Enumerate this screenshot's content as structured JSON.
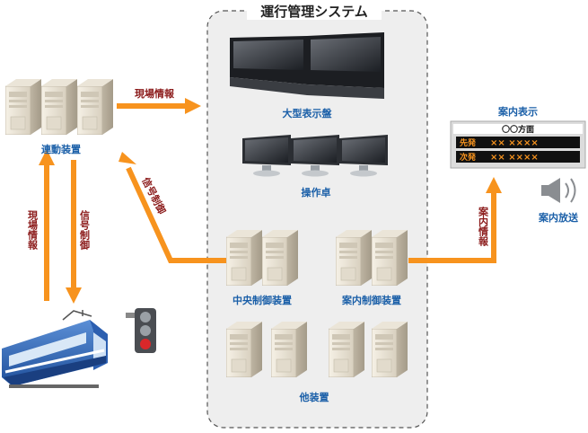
{
  "system": {
    "title": "運行管理システム"
  },
  "labels": {
    "display_board": "大型表示盤",
    "console": "操作卓",
    "central_control": "中央制御装置",
    "guidance_control": "案内制御装置",
    "other_devices": "他装置",
    "interlocking": "連動装置",
    "info_display": "案内表示",
    "announcement": "案内放送"
  },
  "arrows": {
    "field_info_h": "現場情報",
    "signal_control_diag": "信号制御",
    "field_info_v": "現場情報",
    "signal_control_v": "信号制御",
    "guidance_info": "案内情報"
  },
  "info_board": {
    "header": "〇〇方面",
    "rows": [
      {
        "label": "先発",
        "marks": "×× ××××"
      },
      {
        "label": "次発",
        "marks": "×× ××××"
      }
    ]
  },
  "colors": {
    "arrow": "#f7931e",
    "blue_text": "#1a5fa8",
    "red_text": "#8b1a1a",
    "board_text": "#f7931e"
  }
}
